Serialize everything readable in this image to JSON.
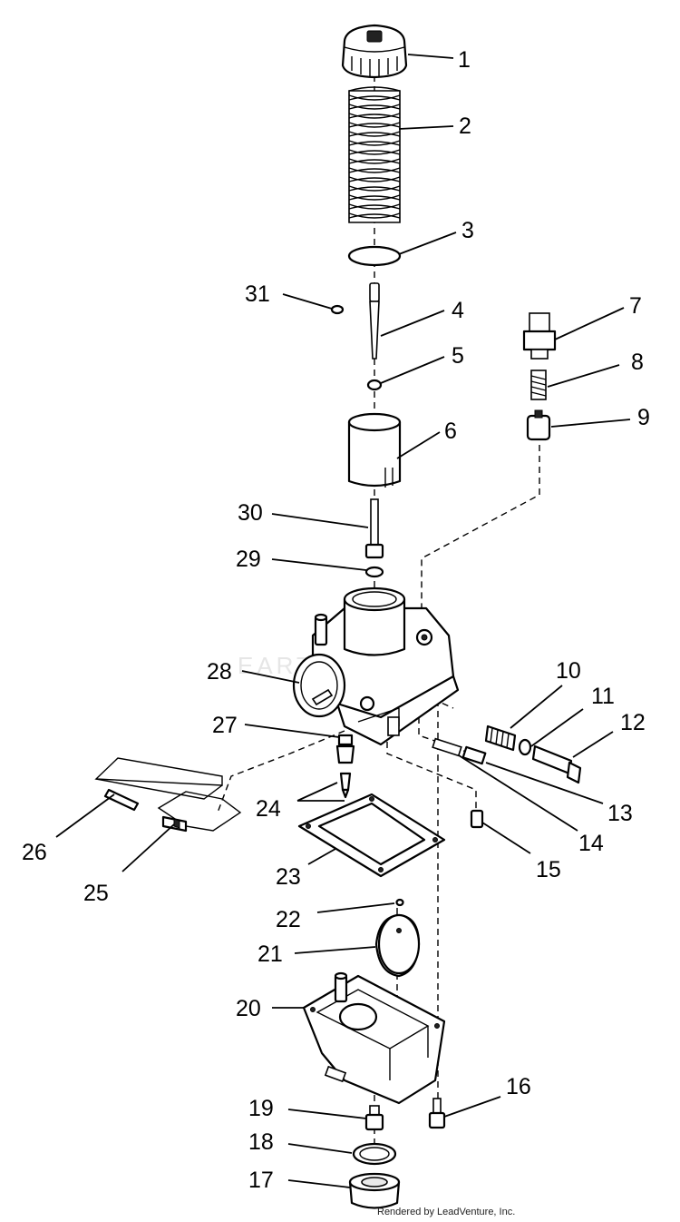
{
  "diagram": {
    "callouts": [
      {
        "id": "1",
        "label": "1"
      },
      {
        "id": "2",
        "label": "2"
      },
      {
        "id": "3",
        "label": "3"
      },
      {
        "id": "4",
        "label": "4"
      },
      {
        "id": "5",
        "label": "5"
      },
      {
        "id": "6",
        "label": "6"
      },
      {
        "id": "7",
        "label": "7"
      },
      {
        "id": "8",
        "label": "8"
      },
      {
        "id": "9",
        "label": "9"
      },
      {
        "id": "10",
        "label": "10"
      },
      {
        "id": "11",
        "label": "11"
      },
      {
        "id": "12",
        "label": "12"
      },
      {
        "id": "13",
        "label": "13"
      },
      {
        "id": "14",
        "label": "14"
      },
      {
        "id": "15",
        "label": "15"
      },
      {
        "id": "16",
        "label": "16"
      },
      {
        "id": "17",
        "label": "17"
      },
      {
        "id": "18",
        "label": "18"
      },
      {
        "id": "19",
        "label": "19"
      },
      {
        "id": "20",
        "label": "20"
      },
      {
        "id": "21",
        "label": "21"
      },
      {
        "id": "22",
        "label": "22"
      },
      {
        "id": "23",
        "label": "23"
      },
      {
        "id": "24",
        "label": "24"
      },
      {
        "id": "25",
        "label": "25"
      },
      {
        "id": "26",
        "label": "26"
      },
      {
        "id": "27",
        "label": "27"
      },
      {
        "id": "28",
        "label": "28"
      },
      {
        "id": "29",
        "label": "29"
      },
      {
        "id": "30",
        "label": "30"
      },
      {
        "id": "31",
        "label": "31"
      }
    ],
    "credit": "Rendered by LeadVenture, Inc."
  }
}
